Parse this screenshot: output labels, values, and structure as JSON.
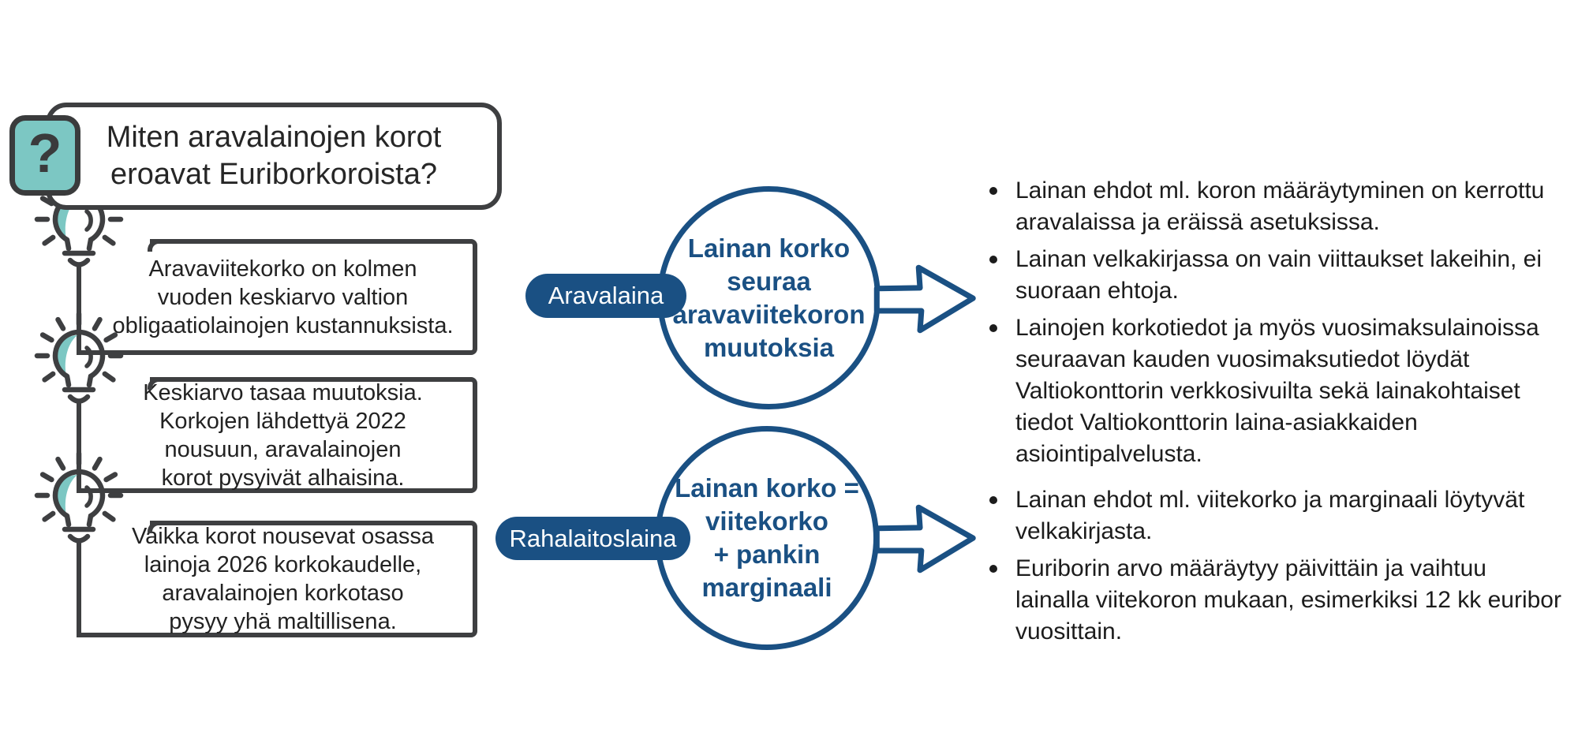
{
  "colors": {
    "accent_blue": "#1A5083",
    "teal": "#7CC7C3",
    "outline_gray": "#3E3F41",
    "text": "#1C1C1C"
  },
  "header": {
    "question_glyph": "?",
    "title": "Miten aravalainojen korot eroavat Euriborkoroista?"
  },
  "insights": [
    {
      "lines": [
        "Aravaviitekorko on kolmen",
        "vuoden keskiarvo valtion",
        "obligaatiolainojen kustannuksista."
      ]
    },
    {
      "lines": [
        "Keskiarvo tasaa muutoksia.",
        "Korkojen lähdettyä 2022",
        "nousuun, aravalainojen",
        "korot pysyivät alhaisina."
      ]
    },
    {
      "lines": [
        "Vaikka korot nousevat osassa",
        "lainoja 2026 korkokaudelle,",
        "aravalainojen korkotaso",
        "pysyy yhä maltillisena."
      ]
    }
  ],
  "loan_types": [
    {
      "label": "Aravalaina",
      "bubble_lines": [
        "Lainan korko",
        "seuraa",
        "aravaviitekoron",
        "muutoksia"
      ],
      "details": [
        "Lainan ehdot ml. koron määräytyminen on kerrottu aravalaissa ja eräissä asetuksissa.",
        "Lainan velkakirjassa on vain viittaukset lakeihin, ei suoraan ehtoja.",
        "Lainojen korkotiedot ja myös vuosimaksulainoissa seuraavan kauden vuosimaksutiedot löydät Valtiokonttorin verkkosivuilta sekä lainakohtaiset tiedot Valtiokonttorin laina-asiakkaiden asiointipalvelusta."
      ]
    },
    {
      "label": "Rahalaitoslaina",
      "bubble_lines": [
        "Lainan korko =",
        "viitekorko",
        "+ pankin",
        "marginaali"
      ],
      "details": [
        "Lainan ehdot ml. viitekorko ja marginaali löytyvät velkakirjasta.",
        "Euriborin arvo määräytyy päivittäin ja vaihtuu lainalla viitekoron mukaan, esimerkiksi 12 kk euribor vuosittain."
      ]
    }
  ]
}
